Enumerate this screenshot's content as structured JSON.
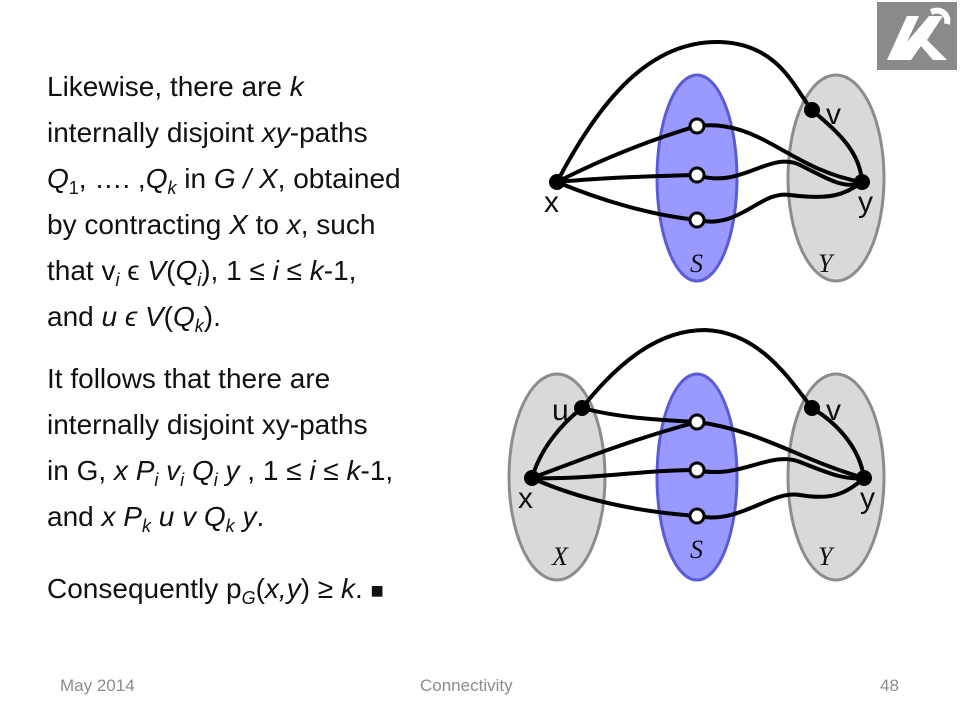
{
  "paragraph1": {
    "line1_a": "Likewise, there are ",
    "k1": "k",
    "line2_a": "internally disjoint ",
    "xy": "xy",
    "line2_b": "-paths",
    "Q": "Q",
    "sub1": "1",
    "line3_a": ", …. ,",
    "Qk_Q": "Q",
    "Qk_k": "k",
    "line3_b": " in ",
    "GX": "G / X",
    "line3_c": ", obtained",
    "line4_a": "by contracting ",
    "X": "X",
    "line4_b": " to ",
    "x": "x",
    "line4_c": ", such",
    "line5_a": "that v",
    "i1": "i",
    "line5_b": " ϵ ",
    "VQ_V": "V",
    "VQ_open": "(",
    "VQ_Q": "Q",
    "VQ_i": "i",
    "VQ_close": ")",
    "line5_c": ", 1 ≤ ",
    "i2": "i",
    "line5_d": " ≤ ",
    "k2": "k",
    "line5_e": "-1,",
    "line6_a": "and ",
    "u": "u ϵ V",
    "line6_b": "(",
    "Q6": "Q",
    "k6": "k",
    "line6_c": ")."
  },
  "paragraph2": {
    "line1": "It follows that there are",
    "line2": "internally disjoint xy-paths",
    "line3_a": "in G,  ",
    "xP": "x P",
    "i_a": "i",
    "v": " v",
    "i_b": "i",
    "Q": " Q",
    "i_c": "i",
    "y": " y",
    "line3_b": " , 1 ≤ ",
    "i_d": "i",
    "line3_c": " ≤ ",
    "k": "k",
    "line3_d": "-1,",
    "line4_a": "and ",
    "xPk": "x P",
    "k_a": "k",
    "uvQ": " u v Q",
    "k_b": "k",
    "y2": " y",
    "line4_b": "."
  },
  "paragraph3": {
    "text_a": "Consequently  p",
    "sub": "G",
    "text_b": "(",
    "xy": "x,y",
    "text_c": ") ≥ ",
    "k": "k",
    "text_d": ". ",
    "qed": "■"
  },
  "diagram_top": {
    "label_x": "x",
    "label_y": "y",
    "label_v": "v",
    "label_S": "S",
    "label_Y": "Y"
  },
  "diagram_bottom": {
    "label_x": "x",
    "label_y": "y",
    "label_u": "u",
    "label_v": "v",
    "label_S": "S",
    "label_X": "X",
    "label_Y": "Y"
  },
  "footer": {
    "date": "May 2014",
    "title": "Connectivity",
    "page": "48"
  },
  "colors": {
    "separator_fill": "#9999ff",
    "separator_stroke": "#5b5bd8",
    "set_fill": "#d9d9d9",
    "set_stroke": "#8c8c8c",
    "edge": "#000000",
    "footer_text": "#8c8c8c"
  }
}
